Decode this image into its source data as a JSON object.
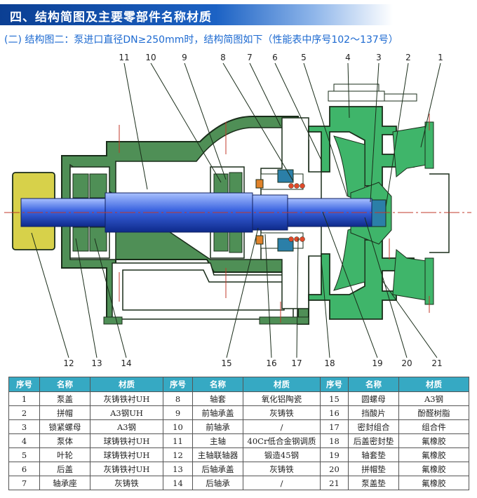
{
  "header": {
    "title": "四、结构简图及主要零部件名称材质"
  },
  "subtitle": "(二) 结构图二：泵进口直径DN≥250mm时，结构简图如下（性能表中序号102～137号）",
  "diagram_labels": [
    "1",
    "2",
    "3",
    "4",
    "5",
    "6",
    "7",
    "8",
    "9",
    "10",
    "11",
    "12",
    "13",
    "14",
    "15",
    "16",
    "17",
    "18",
    "19",
    "20",
    "21"
  ],
  "table": {
    "headers": [
      "序号",
      "名称",
      "材质",
      "序号",
      "名称",
      "材质",
      "序号",
      "名称",
      "材质"
    ],
    "rows": [
      [
        "1",
        "泵盖",
        "灰铸铁衬UH",
        "8",
        "轴套",
        "氧化铝陶瓷",
        "15",
        "圆螺母",
        "A3钢"
      ],
      [
        "2",
        "拼帽",
        "A3钢UH",
        "9",
        "前轴承盖",
        "灰铸铁",
        "16",
        "挡酸片",
        "酚醛树脂"
      ],
      [
        "3",
        "锁紧螺母",
        "A3钢",
        "10",
        "前轴承",
        "/",
        "17",
        "密封组合",
        "组合件"
      ],
      [
        "4",
        "泵体",
        "球铸铁衬UH",
        "11",
        "主轴",
        "40Cr低合金钢调质",
        "18",
        "后盖密封垫",
        "氟橡胶"
      ],
      [
        "5",
        "叶轮",
        "球铸铁衬UH",
        "12",
        "主轴联轴器",
        "锻造45钢",
        "19",
        "轴套垫",
        "氟橡胶"
      ],
      [
        "6",
        "后盖",
        "灰铸铁衬UH",
        "13",
        "后轴承盖",
        "灰铸铁",
        "20",
        "拼帽垫",
        "氟橡胶"
      ],
      [
        "7",
        "轴承座",
        "灰铸铁",
        "14",
        "后轴承",
        "/",
        "21",
        "泵盖垫",
        "氟橡胶"
      ]
    ]
  }
}
